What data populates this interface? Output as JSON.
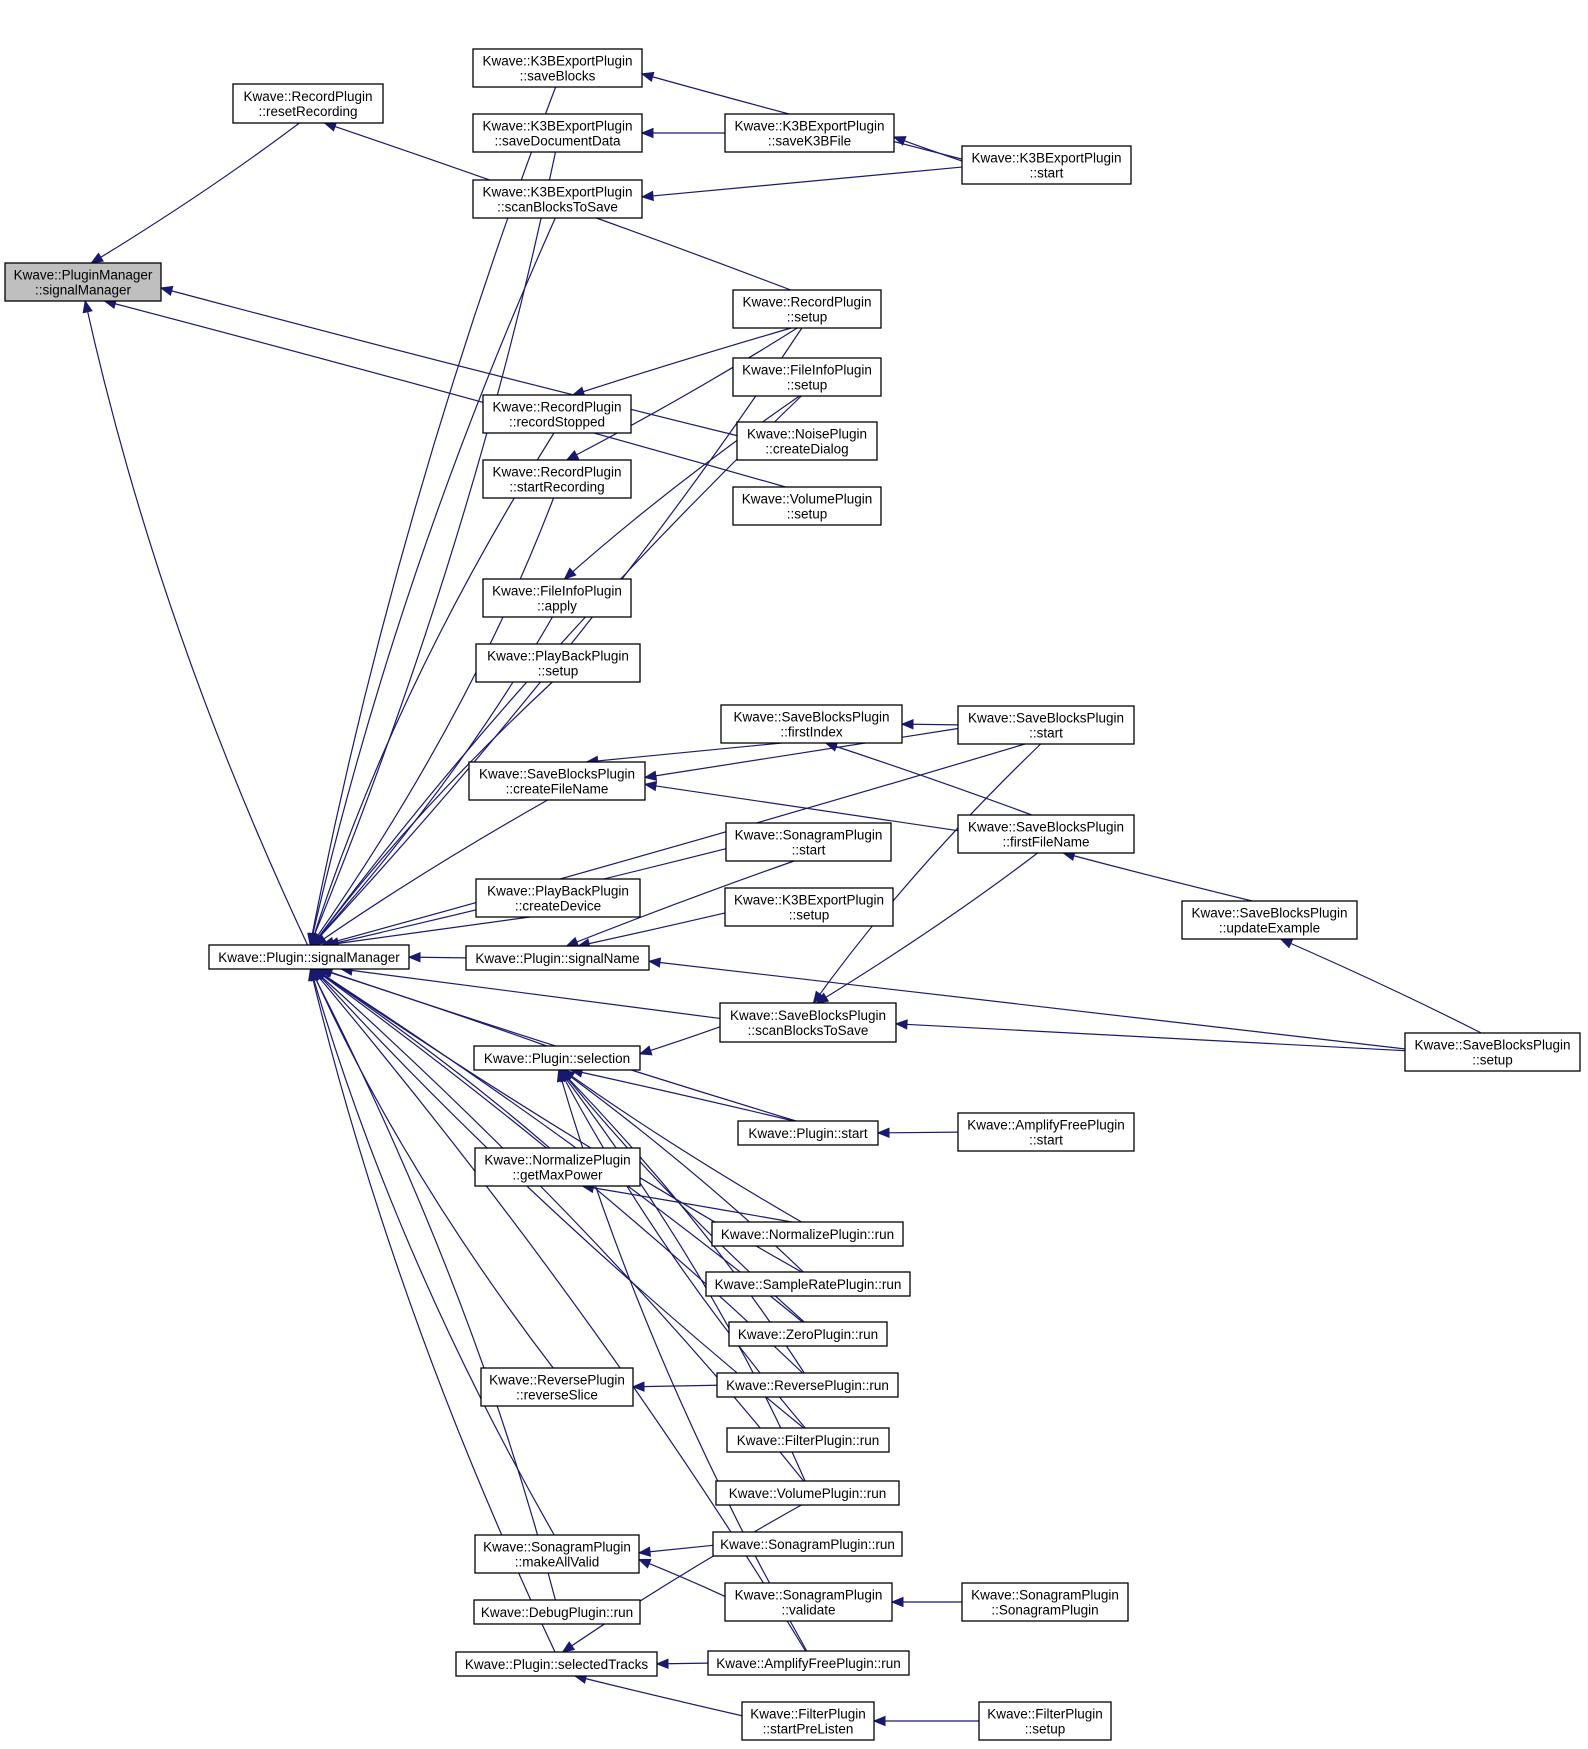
{
  "colors": {
    "edge": "#191970",
    "highlight_fill": "#bfbfbf",
    "node_border": "#000000"
  },
  "nodes": [
    {
      "id": "pm_sm",
      "lines": [
        "Kwave::PluginManager",
        "::signalManager"
      ],
      "highlight": true
    },
    {
      "id": "rp_rr",
      "lines": [
        "Kwave::RecordPlugin",
        "::resetRecording"
      ]
    },
    {
      "id": "p_sm",
      "lines": [
        "Kwave::Plugin::signalManager"
      ]
    },
    {
      "id": "k3_sb",
      "lines": [
        "Kwave::K3BExportPlugin",
        "::saveBlocks"
      ]
    },
    {
      "id": "k3_sdd",
      "lines": [
        "Kwave::K3BExportPlugin",
        "::saveDocumentData"
      ]
    },
    {
      "id": "k3_sbts",
      "lines": [
        "Kwave::K3BExportPlugin",
        "::scanBlocksToSave"
      ]
    },
    {
      "id": "rp_rs",
      "lines": [
        "Kwave::RecordPlugin",
        "::recordStopped"
      ]
    },
    {
      "id": "rp_sr",
      "lines": [
        "Kwave::RecordPlugin",
        "::startRecording"
      ]
    },
    {
      "id": "fi_apply",
      "lines": [
        "Kwave::FileInfoPlugin",
        "::apply"
      ]
    },
    {
      "id": "pb_setup",
      "lines": [
        "Kwave::PlayBackPlugin",
        "::setup"
      ]
    },
    {
      "id": "sbp_cfn",
      "lines": [
        "Kwave::SaveBlocksPlugin",
        "::createFileName"
      ]
    },
    {
      "id": "pb_cd",
      "lines": [
        "Kwave::PlayBackPlugin",
        "::createDevice"
      ]
    },
    {
      "id": "p_sn",
      "lines": [
        "Kwave::Plugin::signalName"
      ]
    },
    {
      "id": "p_sel",
      "lines": [
        "Kwave::Plugin::selection"
      ]
    },
    {
      "id": "np_gmp",
      "lines": [
        "Kwave::NormalizePlugin",
        "::getMaxPower"
      ]
    },
    {
      "id": "rv_rs",
      "lines": [
        "Kwave::ReversePlugin",
        "::reverseSlice"
      ]
    },
    {
      "id": "sg_mav",
      "lines": [
        "Kwave::SonagramPlugin",
        "::makeAllValid"
      ]
    },
    {
      "id": "dbg_run",
      "lines": [
        "Kwave::DebugPlugin::run"
      ]
    },
    {
      "id": "p_st",
      "lines": [
        "Kwave::Plugin::selectedTracks"
      ]
    },
    {
      "id": "k3_skf",
      "lines": [
        "Kwave::K3BExportPlugin",
        "::saveK3BFile"
      ]
    },
    {
      "id": "k3_start",
      "lines": [
        "Kwave::K3BExportPlugin",
        "::start"
      ]
    },
    {
      "id": "rp_setup",
      "lines": [
        "Kwave::RecordPlugin",
        "::setup"
      ]
    },
    {
      "id": "fi_setup",
      "lines": [
        "Kwave::FileInfoPlugin",
        "::setup"
      ]
    },
    {
      "id": "np_cd",
      "lines": [
        "Kwave::NoisePlugin",
        "::createDialog"
      ]
    },
    {
      "id": "vp_setup",
      "lines": [
        "Kwave::VolumePlugin",
        "::setup"
      ]
    },
    {
      "id": "sbp_fi",
      "lines": [
        "Kwave::SaveBlocksPlugin",
        "::firstIndex"
      ]
    },
    {
      "id": "sgp_start",
      "lines": [
        "Kwave::SonagramPlugin",
        "::start"
      ]
    },
    {
      "id": "k3_setup",
      "lines": [
        "Kwave::K3BExportPlugin",
        "::setup"
      ]
    },
    {
      "id": "sbp_sbts",
      "lines": [
        "Kwave::SaveBlocksPlugin",
        "::scanBlocksToSave"
      ]
    },
    {
      "id": "p_start",
      "lines": [
        "Kwave::Plugin::start"
      ]
    },
    {
      "id": "nm_run",
      "lines": [
        "Kwave::NormalizePlugin::run"
      ]
    },
    {
      "id": "sr_run",
      "lines": [
        "Kwave::SampleRatePlugin::run"
      ]
    },
    {
      "id": "zp_run",
      "lines": [
        "Kwave::ZeroPlugin::run"
      ]
    },
    {
      "id": "rv_run",
      "lines": [
        "Kwave::ReversePlugin::run"
      ]
    },
    {
      "id": "fp_run",
      "lines": [
        "Kwave::FilterPlugin::run"
      ]
    },
    {
      "id": "vp_run",
      "lines": [
        "Kwave::VolumePlugin::run"
      ]
    },
    {
      "id": "sg_run",
      "lines": [
        "Kwave::SonagramPlugin::run"
      ]
    },
    {
      "id": "sg_val",
      "lines": [
        "Kwave::SonagramPlugin",
        "::validate"
      ]
    },
    {
      "id": "af_run",
      "lines": [
        "Kwave::AmplifyFreePlugin::run"
      ]
    },
    {
      "id": "fp_spl",
      "lines": [
        "Kwave::FilterPlugin",
        "::startPreListen"
      ]
    },
    {
      "id": "sbp_start",
      "lines": [
        "Kwave::SaveBlocksPlugin",
        "::start"
      ]
    },
    {
      "id": "sbp_ffn",
      "lines": [
        "Kwave::SaveBlocksPlugin",
        "::firstFileName"
      ]
    },
    {
      "id": "af_start",
      "lines": [
        "Kwave::AmplifyFreePlugin",
        "::start"
      ]
    },
    {
      "id": "sbp_ue",
      "lines": [
        "Kwave::SaveBlocksPlugin",
        "::updateExample"
      ]
    },
    {
      "id": "sbp_setup",
      "lines": [
        "Kwave::SaveBlocksPlugin",
        "::setup"
      ]
    },
    {
      "id": "sg_sg",
      "lines": [
        "Kwave::SonagramPlugin",
        "::SonagramPlugin"
      ]
    },
    {
      "id": "fp_setup",
      "lines": [
        "Kwave::FilterPlugin",
        "::setup"
      ]
    }
  ],
  "edges": [
    {
      "from": "rp_rr",
      "to": "pm_sm"
    },
    {
      "from": "p_sm",
      "to": "pm_sm"
    },
    {
      "from": "rp_setup",
      "to": "rp_rr"
    },
    {
      "from": "np_cd",
      "to": "pm_sm"
    },
    {
      "from": "vp_setup",
      "to": "pm_sm"
    },
    {
      "from": "k3_sb",
      "to": "p_sm"
    },
    {
      "from": "k3_sdd",
      "to": "p_sm"
    },
    {
      "from": "k3_sbts",
      "to": "p_sm"
    },
    {
      "from": "rp_setup",
      "to": "p_sm"
    },
    {
      "from": "rp_rs",
      "to": "p_sm"
    },
    {
      "from": "rp_sr",
      "to": "p_sm"
    },
    {
      "from": "fi_setup",
      "to": "p_sm"
    },
    {
      "from": "fi_apply",
      "to": "p_sm"
    },
    {
      "from": "pb_setup",
      "to": "p_sm"
    },
    {
      "from": "sbp_start",
      "to": "p_sm"
    },
    {
      "from": "sbp_cfn",
      "to": "p_sm"
    },
    {
      "from": "sgp_start",
      "to": "p_sm"
    },
    {
      "from": "pb_cd",
      "to": "p_sm"
    },
    {
      "from": "p_sn",
      "to": "p_sm"
    },
    {
      "from": "sbp_sbts",
      "to": "p_sm"
    },
    {
      "from": "p_sel",
      "to": "p_sm"
    },
    {
      "from": "p_start",
      "to": "p_sm"
    },
    {
      "from": "np_gmp",
      "to": "p_sm"
    },
    {
      "from": "sr_run",
      "to": "p_sm"
    },
    {
      "from": "zp_run",
      "to": "p_sm"
    },
    {
      "from": "rv_rs",
      "to": "p_sm"
    },
    {
      "from": "rv_run",
      "to": "p_sm"
    },
    {
      "from": "fp_run",
      "to": "p_sm"
    },
    {
      "from": "vp_run",
      "to": "p_sm"
    },
    {
      "from": "sg_mav",
      "to": "p_sm"
    },
    {
      "from": "dbg_run",
      "to": "p_sm"
    },
    {
      "from": "p_st",
      "to": "p_sm"
    },
    {
      "from": "af_run",
      "to": "p_sm"
    },
    {
      "from": "k3_start",
      "to": "k3_sb"
    },
    {
      "from": "k3_skf",
      "to": "k3_sdd"
    },
    {
      "from": "k3_start",
      "to": "k3_skf"
    },
    {
      "from": "k3_start",
      "to": "k3_sbts"
    },
    {
      "from": "rp_setup",
      "to": "rp_rs"
    },
    {
      "from": "rp_setup",
      "to": "rp_sr"
    },
    {
      "from": "fi_setup",
      "to": "fi_apply"
    },
    {
      "from": "sbp_fi",
      "to": "sbp_cfn"
    },
    {
      "from": "sbp_ffn",
      "to": "sbp_cfn"
    },
    {
      "from": "sbp_start",
      "to": "sbp_cfn"
    },
    {
      "from": "sbp_start",
      "to": "sbp_fi"
    },
    {
      "from": "sbp_ffn",
      "to": "sbp_fi"
    },
    {
      "from": "sbp_ue",
      "to": "sbp_ffn"
    },
    {
      "from": "sbp_setup",
      "to": "sbp_ue"
    },
    {
      "from": "sgp_start",
      "to": "p_sn"
    },
    {
      "from": "k3_setup",
      "to": "p_sn"
    },
    {
      "from": "sbp_setup",
      "to": "p_sn"
    },
    {
      "from": "sbp_sbts",
      "to": "p_sel"
    },
    {
      "from": "sbp_start",
      "to": "sbp_sbts"
    },
    {
      "from": "sbp_ffn",
      "to": "sbp_sbts"
    },
    {
      "from": "sbp_setup",
      "to": "sbp_sbts"
    },
    {
      "from": "p_start",
      "to": "p_sel"
    },
    {
      "from": "af_start",
      "to": "p_start"
    },
    {
      "from": "nm_run",
      "to": "np_gmp"
    },
    {
      "from": "nm_run",
      "to": "p_sel"
    },
    {
      "from": "sr_run",
      "to": "p_sel"
    },
    {
      "from": "zp_run",
      "to": "p_sel"
    },
    {
      "from": "rv_run",
      "to": "p_sel"
    },
    {
      "from": "fp_run",
      "to": "p_sel"
    },
    {
      "from": "vp_run",
      "to": "p_sel"
    },
    {
      "from": "af_run",
      "to": "p_sel"
    },
    {
      "from": "rv_run",
      "to": "rv_rs"
    },
    {
      "from": "sg_run",
      "to": "sg_mav"
    },
    {
      "from": "sg_val",
      "to": "sg_mav"
    },
    {
      "from": "sg_sg",
      "to": "sg_val"
    },
    {
      "from": "af_run",
      "to": "p_st"
    },
    {
      "from": "fp_spl",
      "to": "p_st"
    },
    {
      "from": "fp_setup",
      "to": "fp_spl"
    },
    {
      "from": "vp_run",
      "to": "p_st"
    }
  ]
}
